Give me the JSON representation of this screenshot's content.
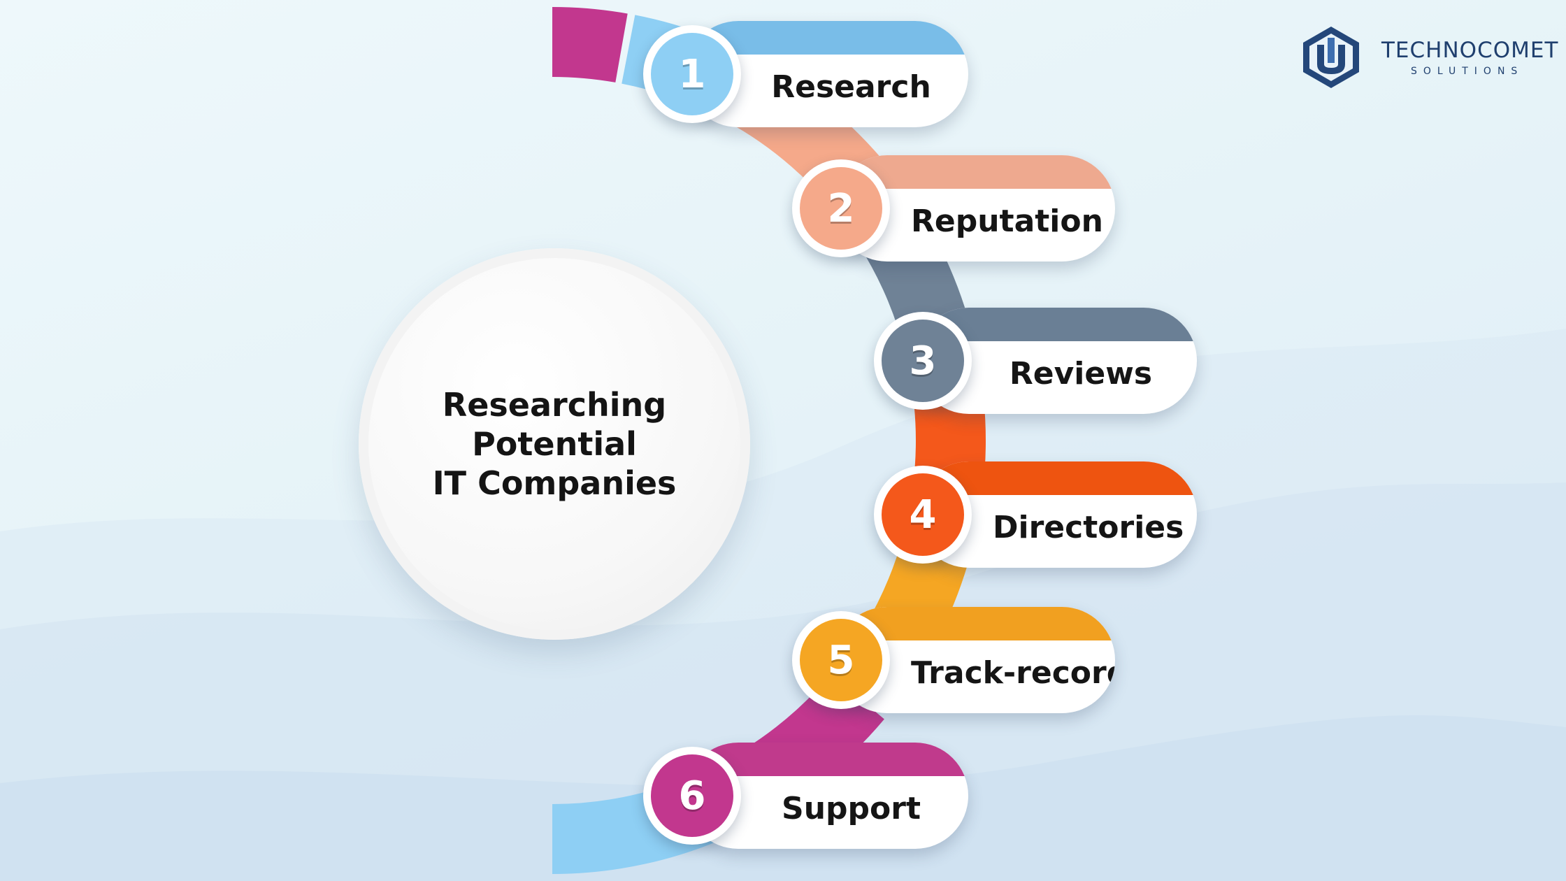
{
  "center": {
    "title": "Researching Potential\nIT Companies"
  },
  "steps": [
    {
      "number": "1",
      "label": "Research",
      "color": "#8ecff4",
      "top_color": "#79bde8"
    },
    {
      "number": "2",
      "label": "Reputation",
      "color": "#f5a98a",
      "top_color": "#eea98f"
    },
    {
      "number": "3",
      "label": "Reviews",
      "color": "#6f8296",
      "top_color": "#6a7f95"
    },
    {
      "number": "4",
      "label": "Directories",
      "color": "#f4581b",
      "top_color": "#ee5410"
    },
    {
      "number": "5",
      "label": "Track-record",
      "color": "#f5a623",
      "top_color": "#f1a020"
    },
    {
      "number": "6",
      "label": "Support",
      "color": "#c2378e",
      "top_color": "#c03a8c"
    }
  ],
  "logo": {
    "name": "TECHNOCOMET",
    "sub": "SOLUTIONS",
    "mark_icon": "hexagon-u-icon",
    "color": "#1f3f6e"
  }
}
